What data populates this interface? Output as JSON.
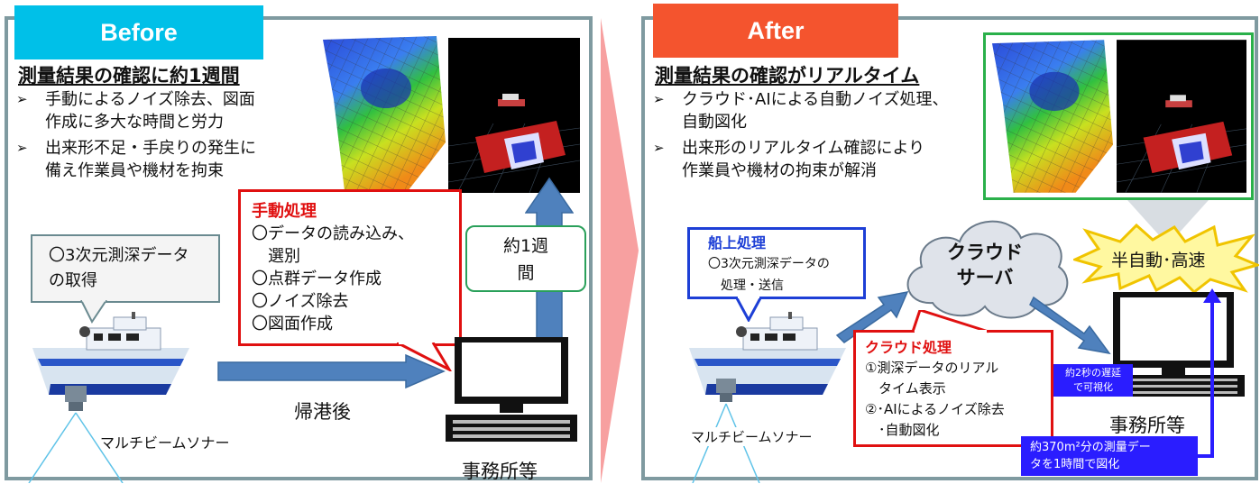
{
  "before": {
    "tag": "Before",
    "heading": "測量結果の確認に約1週間",
    "bullets": [
      [
        "手動によるノイズ除去、図面",
        "作成に多大な時間と労力"
      ],
      [
        "出来形不足・手戻りの発生に",
        "備え作業員や機材を拘束"
      ]
    ],
    "callout": [
      "〇3次元測深データ",
      "の取得"
    ],
    "manual": {
      "title": "手動処理",
      "items": [
        "〇データの読み込み、",
        "　選別",
        "〇点群データ作成",
        "〇ノイズ除去",
        "〇図面作成"
      ]
    },
    "week": [
      "約1週",
      "間"
    ],
    "return_label": "帰港後",
    "sonar": "マルチビームソナー",
    "office": "事務所等"
  },
  "after": {
    "tag": "After",
    "heading": "測量結果の確認がリアルタイム",
    "bullets": [
      [
        "クラウド･AIによる自動ノイズ処理、",
        "自動図化"
      ],
      [
        "出来形のリアルタイム確認により",
        "作業員や機材の拘束が解消"
      ]
    ],
    "onboard": {
      "title": "船上処理",
      "lines": [
        "〇3次元測深データの",
        "　処理・送信"
      ]
    },
    "cloud": [
      "クラウド",
      "サーバ"
    ],
    "burst": "半自動･高速",
    "cloud_proc": {
      "title": "クラウド処理",
      "lines": [
        "①測深データのリアル",
        "　タイム表示",
        "②･AIによるノイズ除去",
        "　･自動図化"
      ]
    },
    "delay_note": [
      "約2秒の遅延",
      "で可視化"
    ],
    "area_note": [
      "約370m²分の測量デー",
      "タを1時間で図化"
    ],
    "sonar": "マルチビームソナー",
    "office": "事務所等"
  },
  "colors": {
    "before_tag": "#00c0e8",
    "after_tag": "#f4542e",
    "panel_border": "#7f9aa0",
    "manual_border": "#e01010",
    "week_border": "#2aa05a",
    "arrow_blue": "#4f81bd",
    "center_arrow": "#f7a0a0",
    "note_blue": "#2a1dff",
    "render_frame": "#2ab04a"
  }
}
